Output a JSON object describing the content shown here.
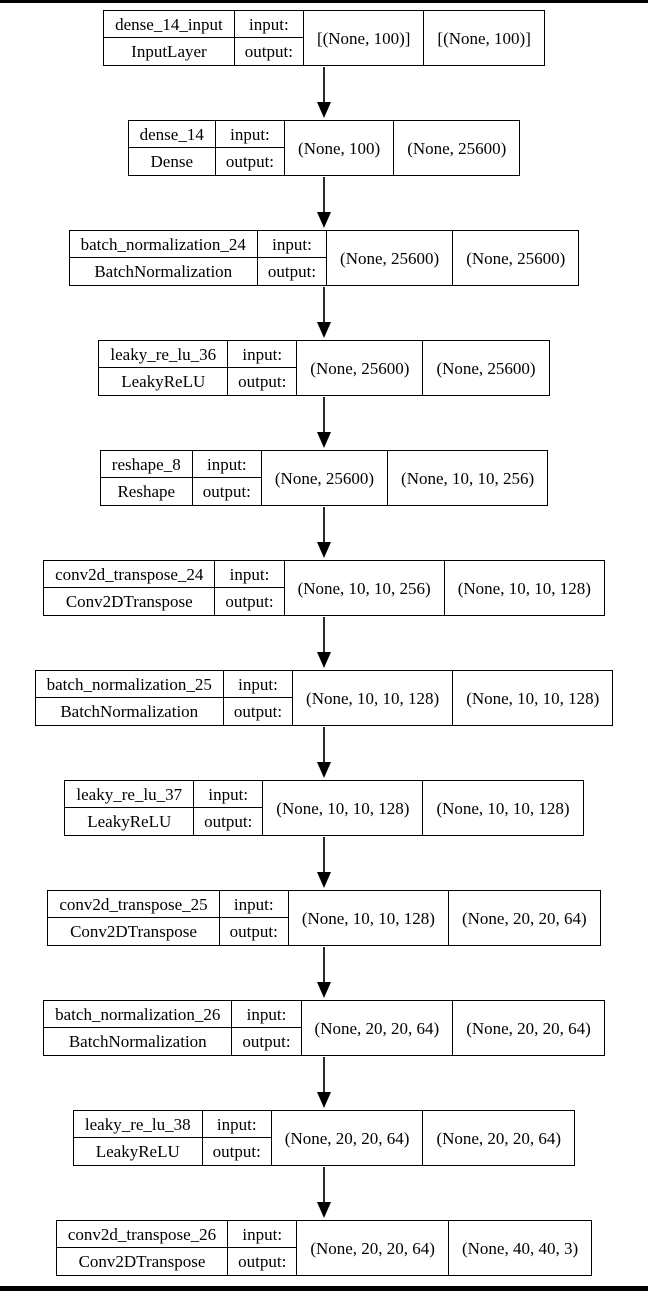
{
  "diagram": {
    "kind": "keras-model-architecture",
    "labels": {
      "input": "input:",
      "output": "output:"
    },
    "colors": {
      "border": "#000000",
      "background": "#ffffff",
      "arrow": "#000000",
      "frame_bar": "#000000"
    },
    "layers": [
      {
        "name": "dense_14_input",
        "type": "InputLayer",
        "input_shape": "[(None, 100)]",
        "output_shape": "[(None, 100)]"
      },
      {
        "name": "dense_14",
        "type": "Dense",
        "input_shape": "(None, 100)",
        "output_shape": "(None, 25600)"
      },
      {
        "name": "batch_normalization_24",
        "type": "BatchNormalization",
        "input_shape": "(None, 25600)",
        "output_shape": "(None, 25600)"
      },
      {
        "name": "leaky_re_lu_36",
        "type": "LeakyReLU",
        "input_shape": "(None, 25600)",
        "output_shape": "(None, 25600)"
      },
      {
        "name": "reshape_8",
        "type": "Reshape",
        "input_shape": "(None, 25600)",
        "output_shape": "(None, 10, 10, 256)"
      },
      {
        "name": "conv2d_transpose_24",
        "type": "Conv2DTranspose",
        "input_shape": "(None, 10, 10, 256)",
        "output_shape": "(None, 10, 10, 128)"
      },
      {
        "name": "batch_normalization_25",
        "type": "BatchNormalization",
        "input_shape": "(None, 10, 10, 128)",
        "output_shape": "(None, 10, 10, 128)"
      },
      {
        "name": "leaky_re_lu_37",
        "type": "LeakyReLU",
        "input_shape": "(None, 10, 10, 128)",
        "output_shape": "(None, 10, 10, 128)"
      },
      {
        "name": "conv2d_transpose_25",
        "type": "Conv2DTranspose",
        "input_shape": "(None, 10, 10, 128)",
        "output_shape": "(None, 20, 20, 64)"
      },
      {
        "name": "batch_normalization_26",
        "type": "BatchNormalization",
        "input_shape": "(None, 20, 20, 64)",
        "output_shape": "(None, 20, 20, 64)"
      },
      {
        "name": "leaky_re_lu_38",
        "type": "LeakyReLU",
        "input_shape": "(None, 20, 20, 64)",
        "output_shape": "(None, 20, 20, 64)"
      },
      {
        "name": "conv2d_transpose_26",
        "type": "Conv2DTranspose",
        "input_shape": "(None, 20, 20, 64)",
        "output_shape": "(None, 40, 40, 3)"
      }
    ]
  }
}
